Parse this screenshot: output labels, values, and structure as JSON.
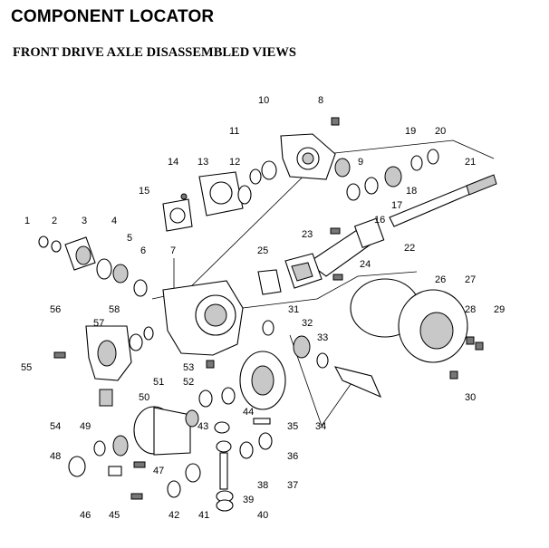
{
  "header": {
    "title": "COMPONENT LOCATOR",
    "subtitle": "FRONT DRIVE AXLE DISASSEMBLED VIEWS"
  },
  "diagram": {
    "callouts": [
      "1",
      "2",
      "3",
      "4",
      "5",
      "6",
      "7",
      "8",
      "9",
      "10",
      "11",
      "12",
      "13",
      "14",
      "15",
      "16",
      "17",
      "18",
      "19",
      "20",
      "21",
      "22",
      "23",
      "24",
      "25",
      "26",
      "27",
      "28",
      "29",
      "30",
      "31",
      "32",
      "33",
      "34",
      "35",
      "36",
      "37",
      "38",
      "39",
      "40",
      "41",
      "42",
      "43",
      "44",
      "45",
      "46",
      "47",
      "48",
      "49",
      "50",
      "51",
      "52",
      "53",
      "54",
      "55",
      "56",
      "57",
      "58"
    ]
  }
}
